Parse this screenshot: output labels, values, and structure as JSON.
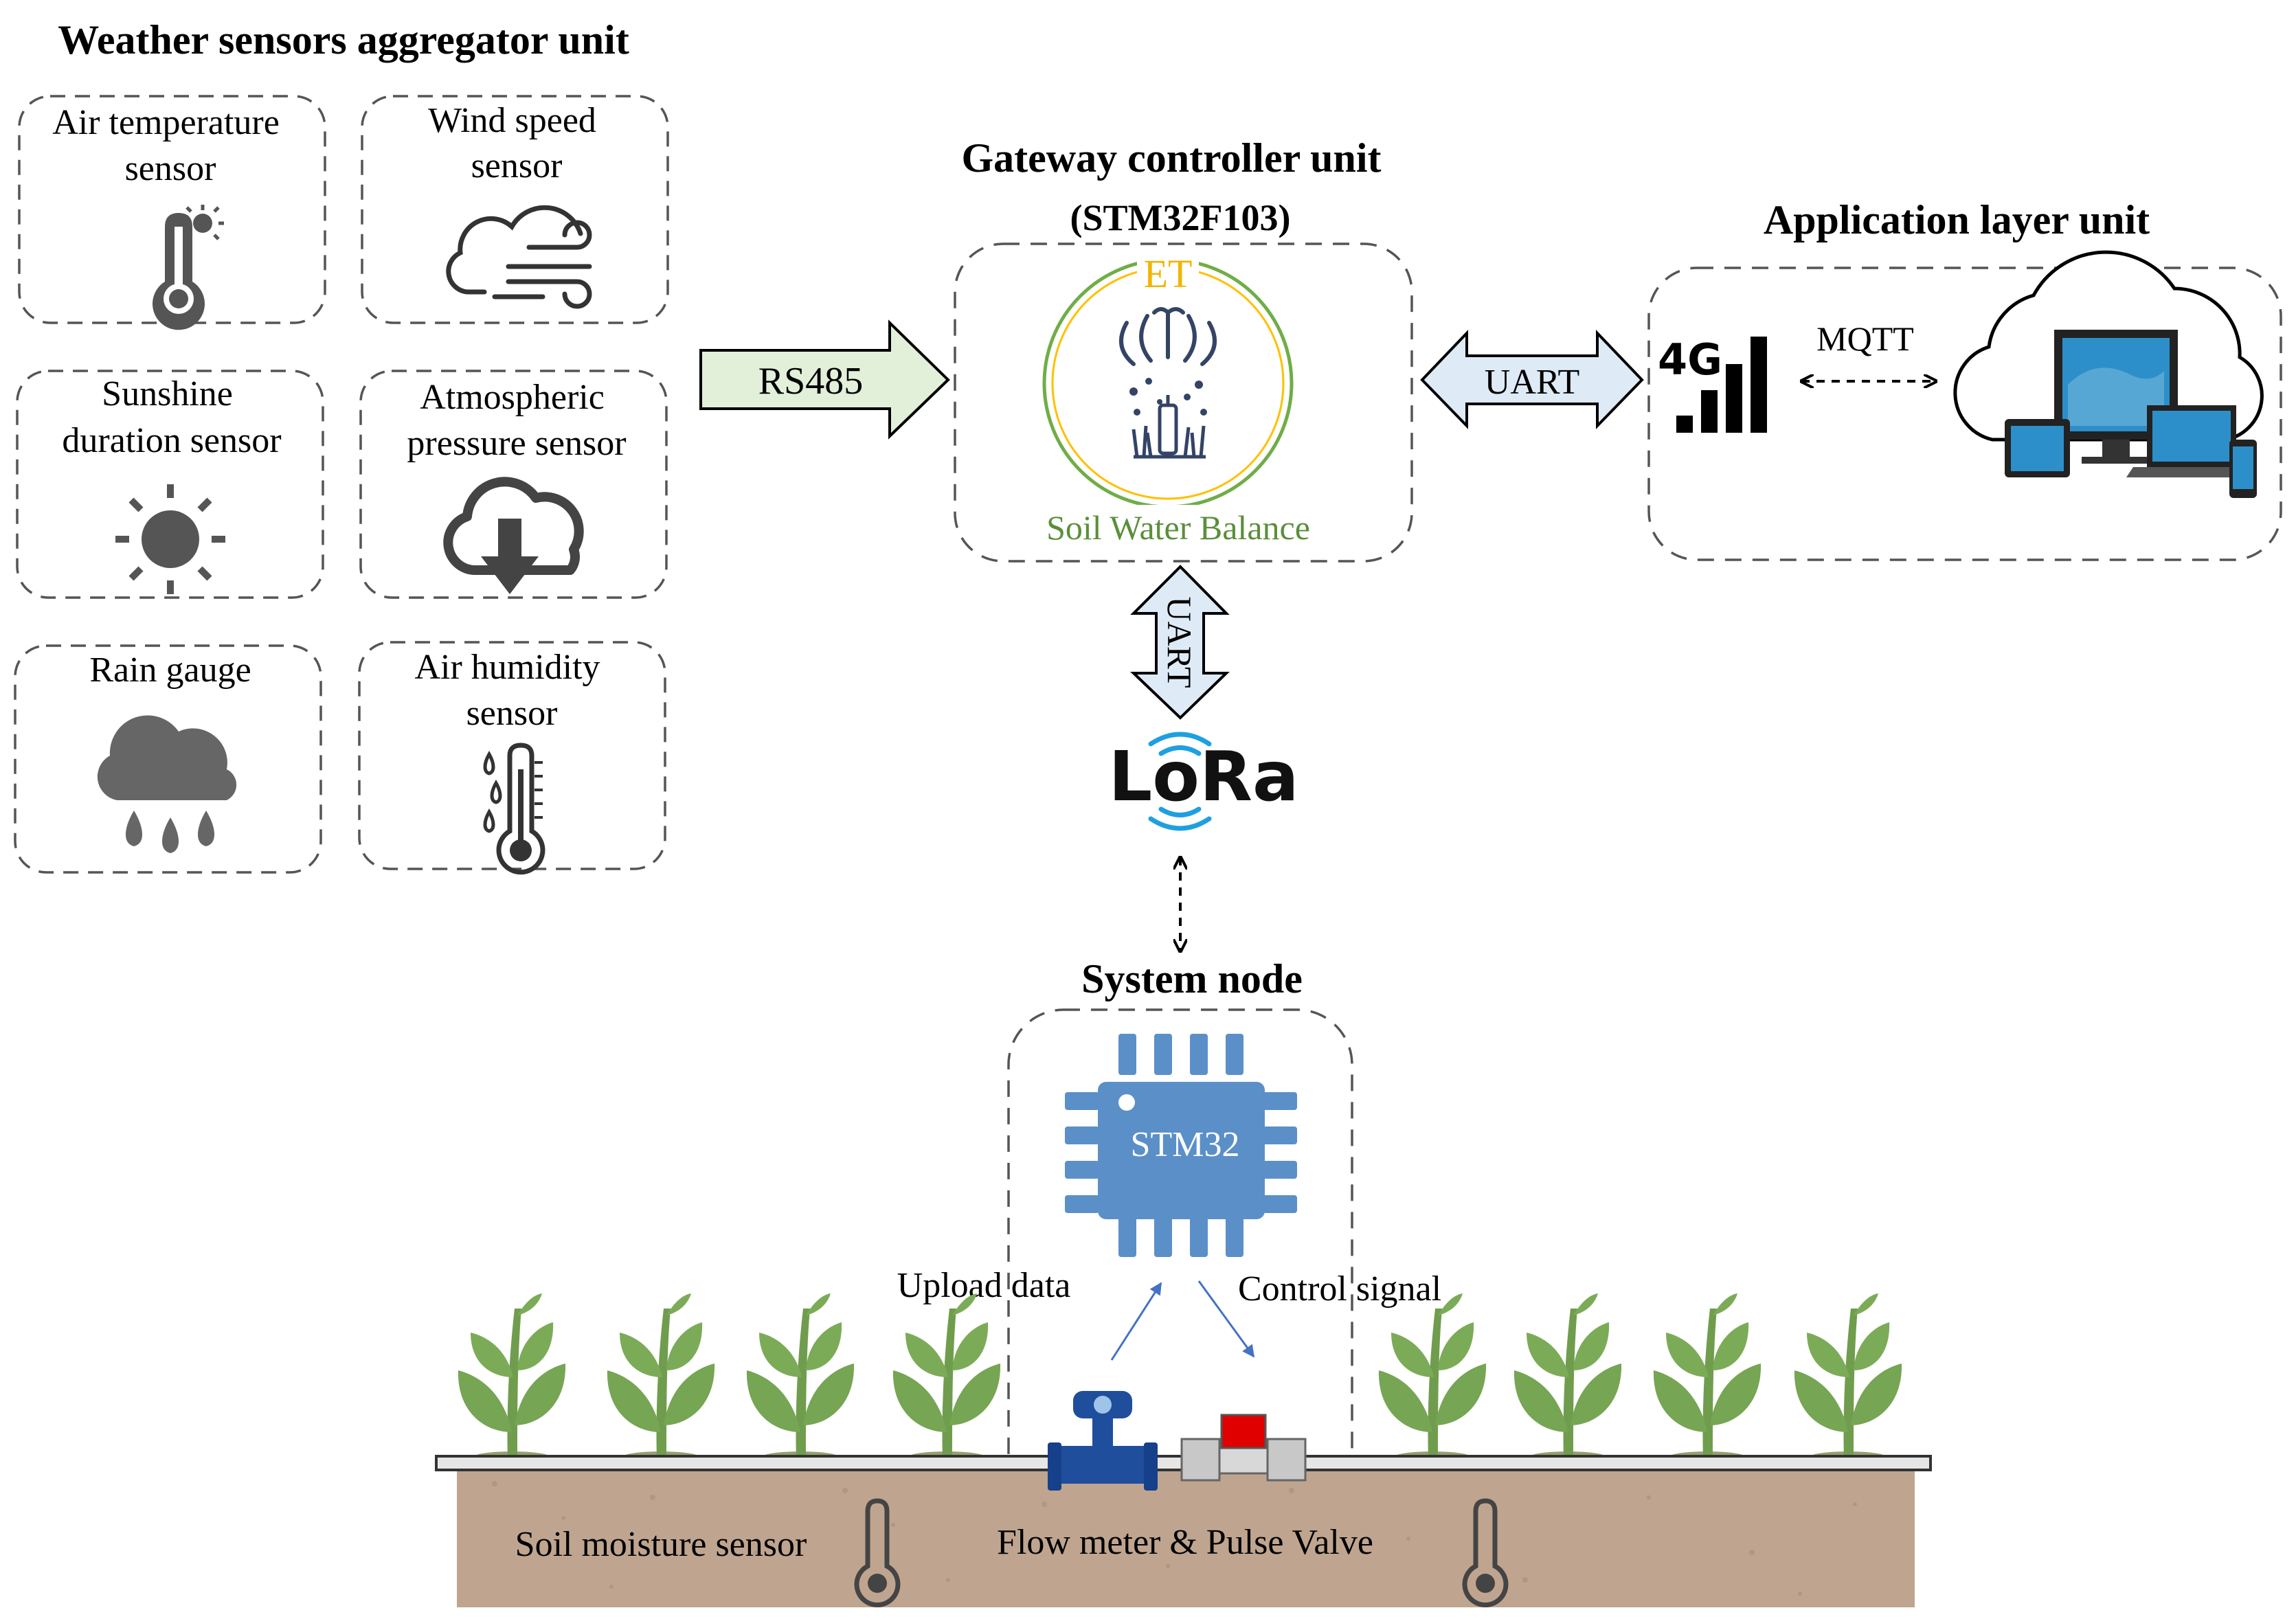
{
  "headings": {
    "weather_unit": "Weather sensors aggregator unit",
    "gateway_unit": "Gateway controller unit",
    "gateway_chip": "(STM32F103)",
    "application_unit": "Application layer unit",
    "system_node": "System node"
  },
  "sensors": {
    "air_temperature": [
      "Air temperature",
      "sensor"
    ],
    "wind_speed": [
      "Wind speed",
      "sensor"
    ],
    "sunshine_duration": [
      "Sunshine",
      "duration sensor"
    ],
    "atmospheric_pressure": [
      "Atmospheric",
      "pressure sensor"
    ],
    "rain_gauge": [
      "Rain gauge"
    ],
    "air_humidity": [
      "Air humidity",
      "sensor"
    ]
  },
  "links": {
    "rs485": "RS485",
    "uart_app": "UART",
    "uart_lora": "UART",
    "mqtt": "MQTT",
    "lora": "LoRa",
    "cellular": "4G"
  },
  "logo": {
    "top": "ET",
    "bottom": "Soil Water Balance"
  },
  "node": {
    "chip_label": "STM32",
    "upload": "Upload data",
    "control": "Control signal"
  },
  "field": {
    "soil_sensor_label": "Soil moisture sensor",
    "flow_label": "Flow meter & Pulse Valve"
  },
  "colors": {
    "rs485_arrow": "#e2efd9",
    "uart_arrow": "#deebf7",
    "chip": "#5b8fc8",
    "plant": "#70a050",
    "soil": "#bfa58f",
    "logo_ring_outer": "#70ad47",
    "logo_ring_inner": "#ffc000",
    "logo_text_top": "#f2b400",
    "logo_text_bottom": "#5a8f3a",
    "lora_waves": "#1ea0e0",
    "icon_gray": "#555555",
    "valve_red": "#e00000",
    "flowmeter_blue": "#1f4e9c"
  }
}
